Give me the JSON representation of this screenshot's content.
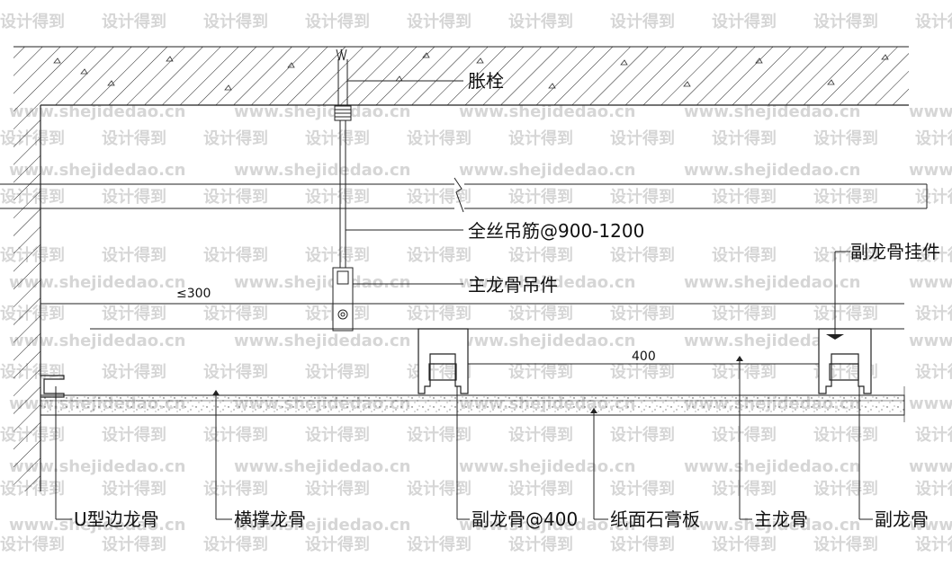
{
  "labels": {
    "expansion_bolt": "胀栓",
    "threaded_rod": "全丝吊筋@900-1200",
    "main_keel_hanger": "主龙骨吊件",
    "secondary_keel_clip": "副龙骨挂件",
    "u_edge_keel": "U型边龙骨",
    "cross_brace_keel": "横撑龙骨",
    "secondary_keel_spacing": "副龙骨@400",
    "gypsum_board": "纸面石膏板",
    "main_keel": "主龙骨",
    "secondary_keel": "副龙骨"
  },
  "dimensions": {
    "max_offset": "≤300",
    "spacing": "400"
  },
  "watermark": {
    "cn": "设计得到",
    "url": "www.shejidedao.cn"
  }
}
